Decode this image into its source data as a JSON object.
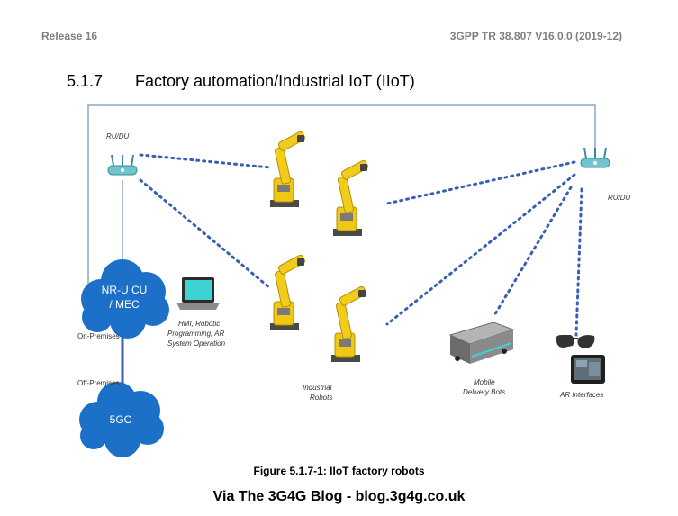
{
  "header": {
    "release": "Release 16",
    "spec": "3GPP TR 38.807 V16.0.0 (2019-12)"
  },
  "section": {
    "number": "5.1.7",
    "title": "Factory automation/Industrial IoT (IIoT)"
  },
  "diagram": {
    "ru_du_left": "RU/DU",
    "ru_du_right": "RU/DU",
    "cu_line1": "NR-U CU",
    "cu_line2": "/ MEC",
    "core": "5GC",
    "on_premises": "On-Premises",
    "off_premises": "Off-Premises",
    "hmi_line1": "HMI, Robotic",
    "hmi_line2": "Programming, AR",
    "hmi_line3": "System Operation",
    "robots_line1": "Industrial",
    "robots_line2": "Robots",
    "bots_line1": "Mobile",
    "bots_line2": "Delivery Bots",
    "ar": "AR Interfaces",
    "colors": {
      "cloud": "#1c70c8",
      "dotted_link": "#3b5eb5",
      "robot": "#f0c814",
      "router": "#6ec5d0"
    }
  },
  "caption": "Figure 5.1.7-1: IIoT factory robots",
  "credit": "Via The 3G4G Blog - blog.3g4g.co.uk"
}
